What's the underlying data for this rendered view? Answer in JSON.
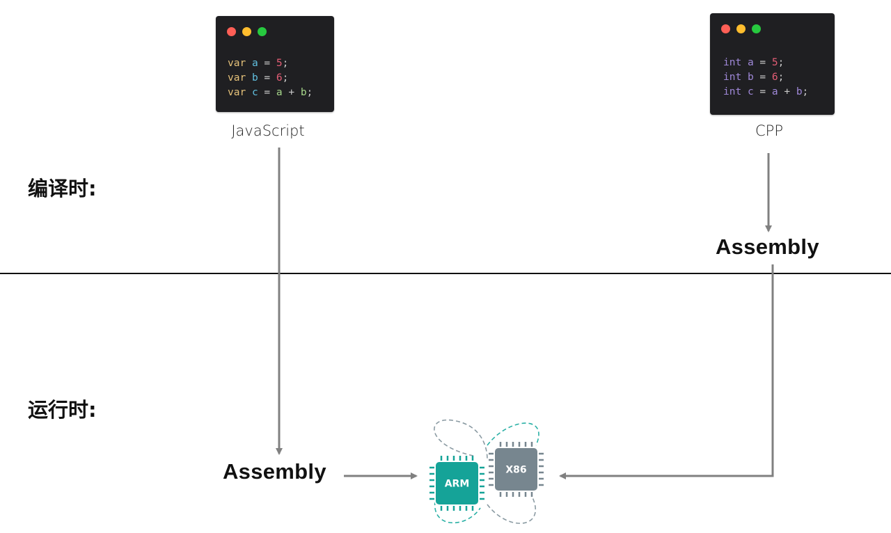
{
  "phases": {
    "compile_time": "编译时:",
    "run_time": "运行时:"
  },
  "js_window": {
    "language": "JavaScript",
    "traffic_lights": [
      "#ff5f56",
      "#ffbd2e",
      "#27c93f"
    ],
    "lines": [
      {
        "keyword": "var",
        "name": "a",
        "op": "=",
        "value": "5",
        "end": ";"
      },
      {
        "keyword": "var",
        "name": "b",
        "op": "=",
        "value": "6",
        "end": ";"
      },
      {
        "keyword": "var",
        "name": "c",
        "op": "=",
        "expr": [
          "a",
          "+",
          "b"
        ],
        "end": ";"
      }
    ],
    "colors": {
      "keyword": "#e6c27a",
      "name": "#61c0e0",
      "op": "#c9c9c9",
      "value": "#e45d75",
      "expr": "#a6d68a"
    }
  },
  "cpp_window": {
    "language": "CPP",
    "traffic_lights": [
      "#ff5f56",
      "#ffbd2e",
      "#27c93f"
    ],
    "lines": [
      {
        "keyword": "int",
        "name": "a",
        "op": "=",
        "value": "5",
        "end": ";"
      },
      {
        "keyword": "int",
        "name": "b",
        "op": "=",
        "value": "6",
        "end": ";"
      },
      {
        "keyword": "int",
        "name": "c",
        "op": "=",
        "expr": [
          "a",
          "+",
          "b"
        ],
        "end": ";"
      }
    ],
    "colors": {
      "keyword": "#9f88d8",
      "name": "#9f88d8",
      "op": "#c9c9c9",
      "value": "#e45d75",
      "expr": "#9f88d8"
    }
  },
  "cpp_assembly_label": "Assembly",
  "js_assembly_label": "Assembly",
  "chips": {
    "arm": {
      "label": "ARM",
      "color": "#15a398"
    },
    "x86": {
      "label": "X86",
      "color": "#77868f"
    }
  },
  "colors": {
    "arrow": "#808080",
    "divider": "#111111"
  }
}
